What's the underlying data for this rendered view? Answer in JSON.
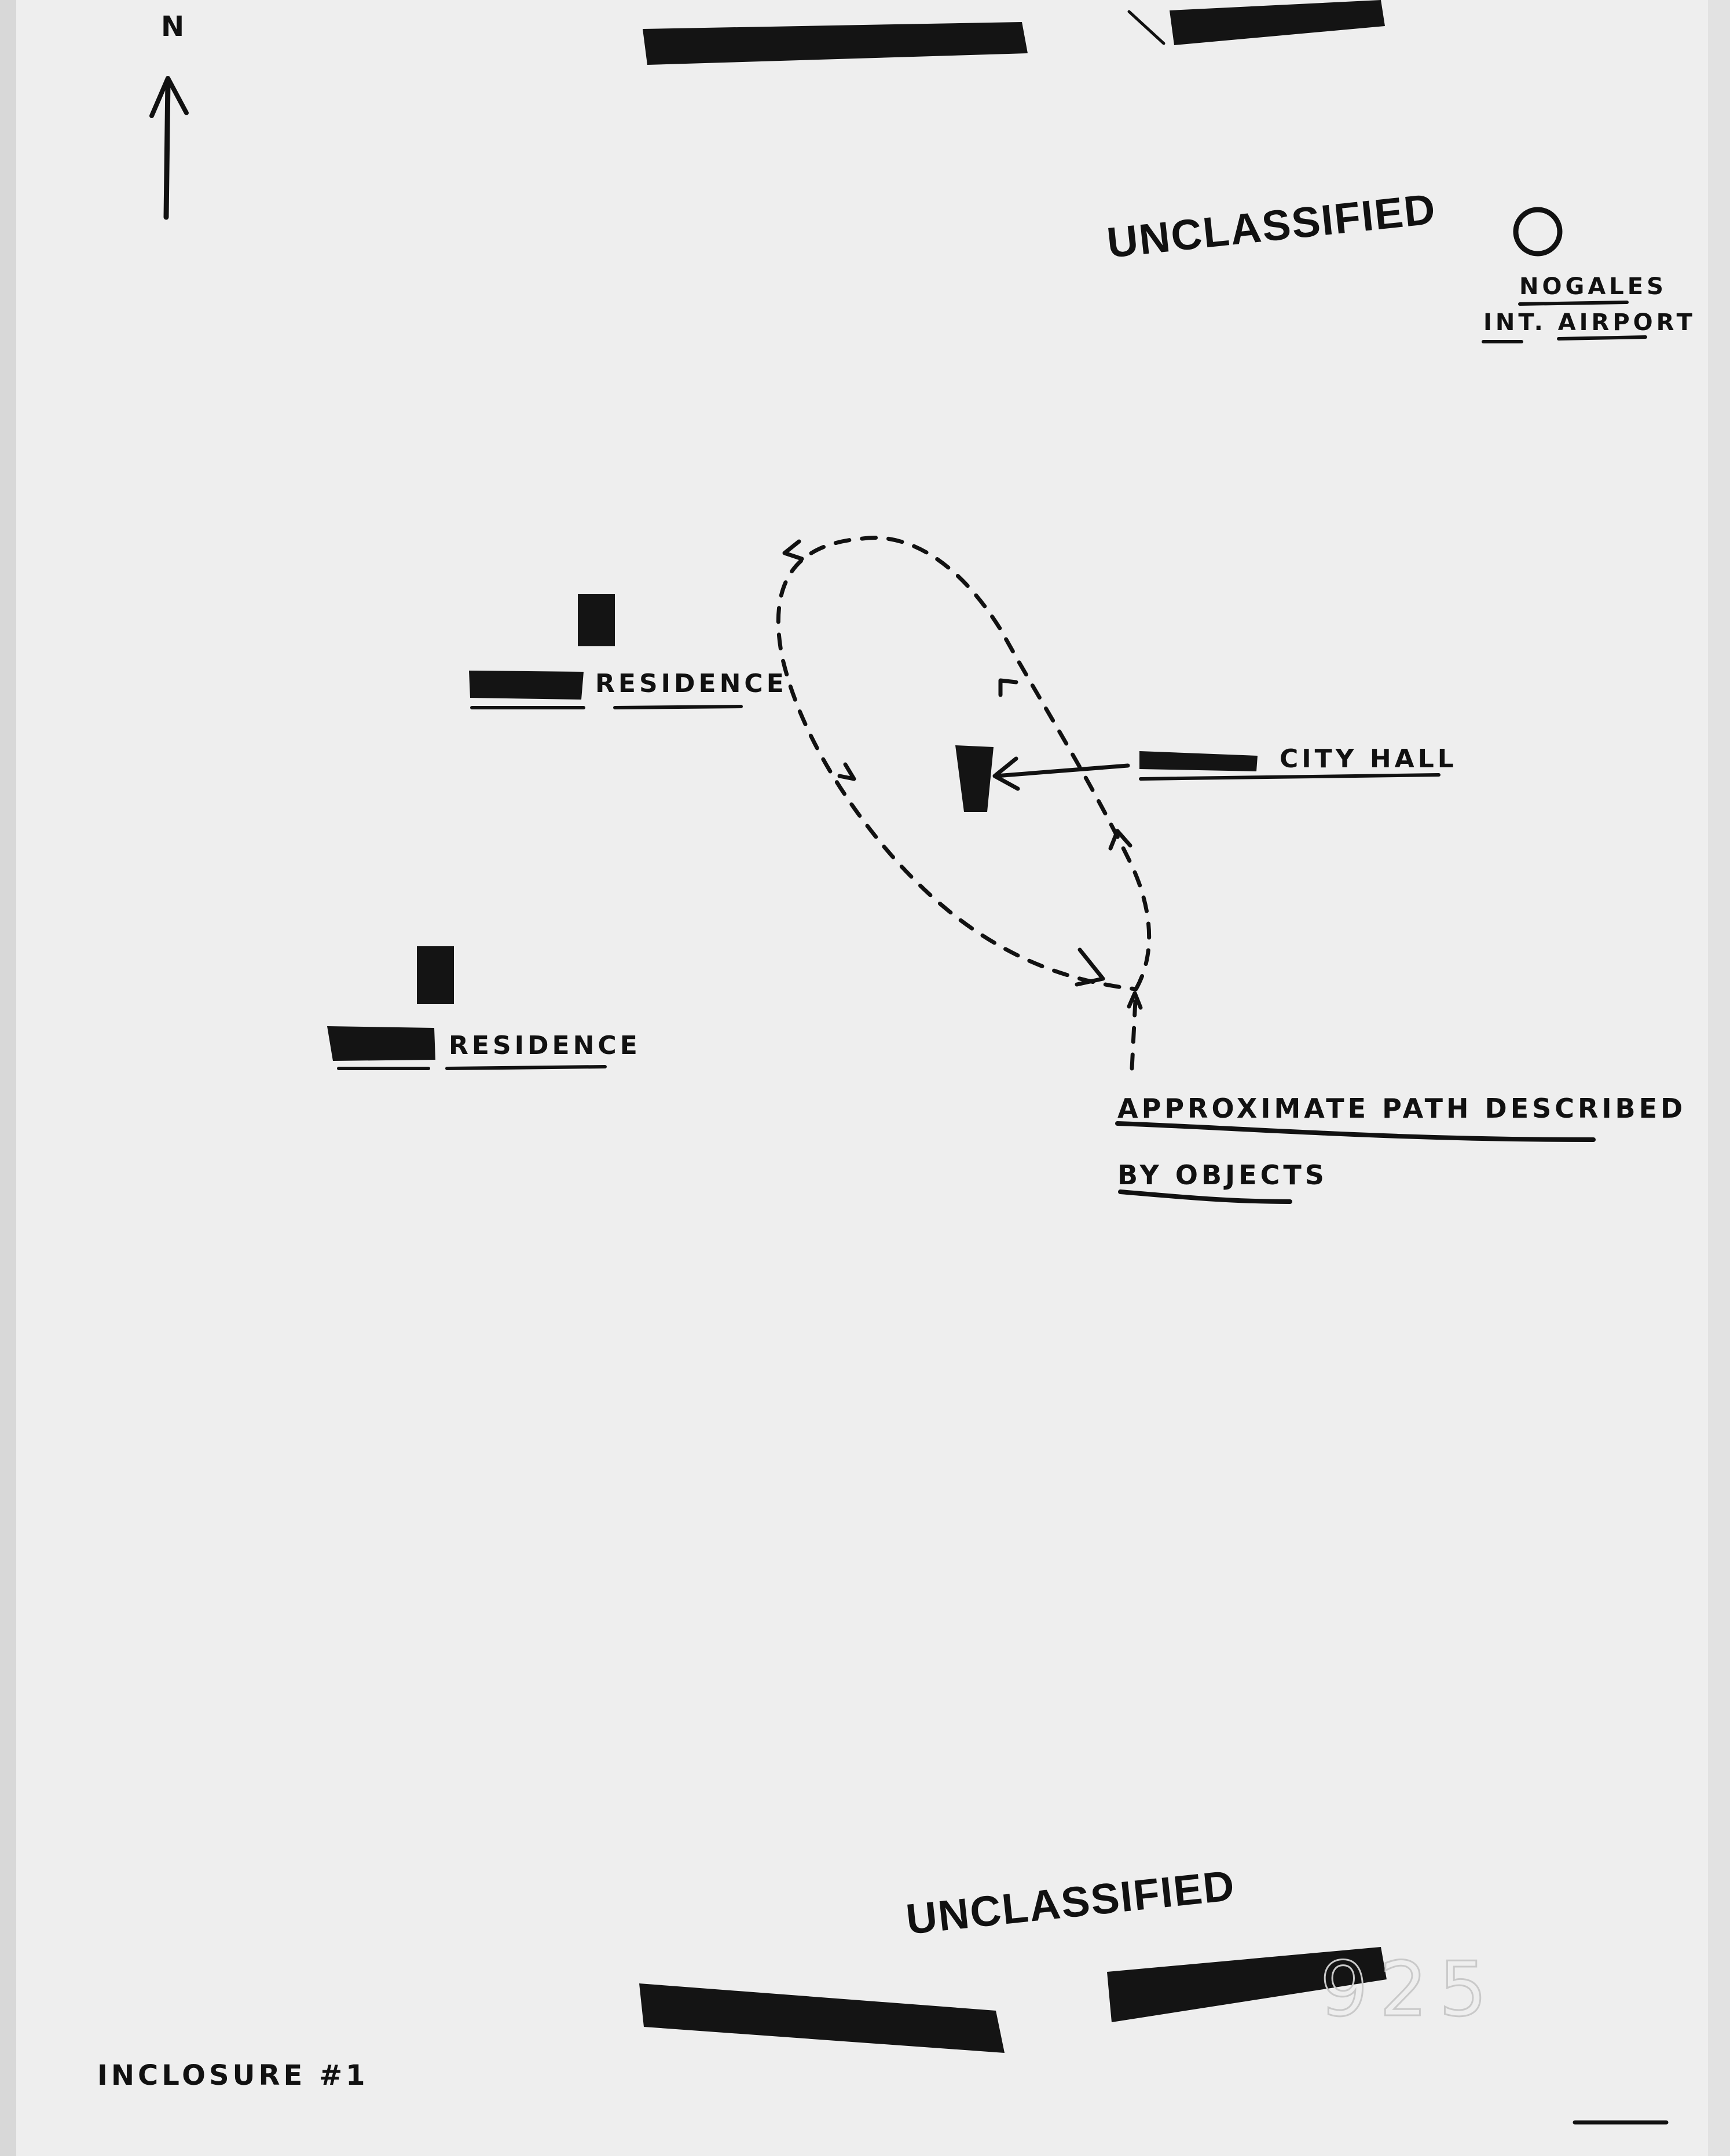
{
  "north_label": "N",
  "stamps": {
    "top": "UNCLASSIFIED",
    "bottom": "UNCLASSIFIED"
  },
  "landmarks": {
    "airport_name": "NOGALES",
    "airport_type": "INT. AIRPORT",
    "residence_1": "RESIDENCE",
    "residence_2": "RESIDENCE",
    "city_hall": "CITY HALL"
  },
  "path_caption": {
    "line1": "APPROXIMATE PATH DESCRIBED",
    "line2": "BY OBJECTS"
  },
  "inclosure": "INCLOSURE #1",
  "faint_number": "925",
  "colors": {
    "paper": "#eeeeee",
    "ink": "#111111"
  }
}
